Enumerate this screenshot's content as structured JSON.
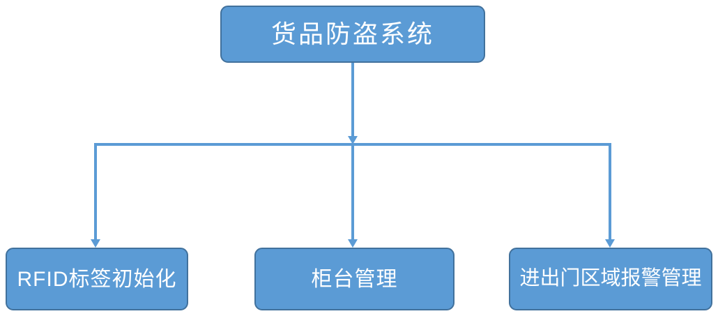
{
  "diagram": {
    "type": "org-chart",
    "root": {
      "label": "货品防盗系统"
    },
    "children": [
      {
        "label": "RFID标签初始化"
      },
      {
        "label": "柜台管理"
      },
      {
        "label": "进出门区域报警管理"
      }
    ],
    "colors": {
      "node_fill": "#5b9bd5",
      "node_border": "#41719c",
      "connector": "#5b9bd5",
      "text": "#ffffff",
      "background": "#ffffff"
    }
  }
}
